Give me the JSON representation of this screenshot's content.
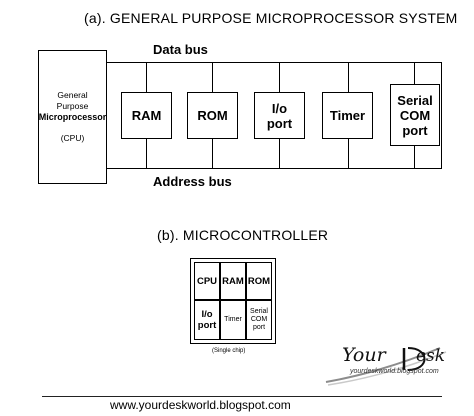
{
  "title_a": "(a). GENERAL  PURPOSE MICROPROCESSOR  SYSTEM",
  "title_b": "(b). MICROCONTROLLER",
  "data_bus": "Data bus",
  "address_bus": "Address bus",
  "cpu": {
    "line1": "General",
    "line2": "Purpose",
    "line3": "Microprocessor",
    "line4": "(CPU)"
  },
  "modules": {
    "ram": "RAM",
    "rom": "ROM",
    "io": [
      "I/o",
      "port"
    ],
    "timer": "Timer",
    "serial": [
      "Serial",
      "COM",
      "port"
    ]
  },
  "chip": {
    "cpu": "CPU",
    "ram": "RAM",
    "rom": "ROM",
    "io": [
      "I/o",
      "port"
    ],
    "timer": "Timer",
    "serial": [
      "Serial",
      "COM",
      "port"
    ],
    "caption": "(Single chip)"
  },
  "logo": {
    "text_left": "Your",
    "text_right": "esk",
    "small": "yourdeskworld.blogspot.com"
  },
  "footer_url": "www.yourdeskworld.blogspot.com"
}
